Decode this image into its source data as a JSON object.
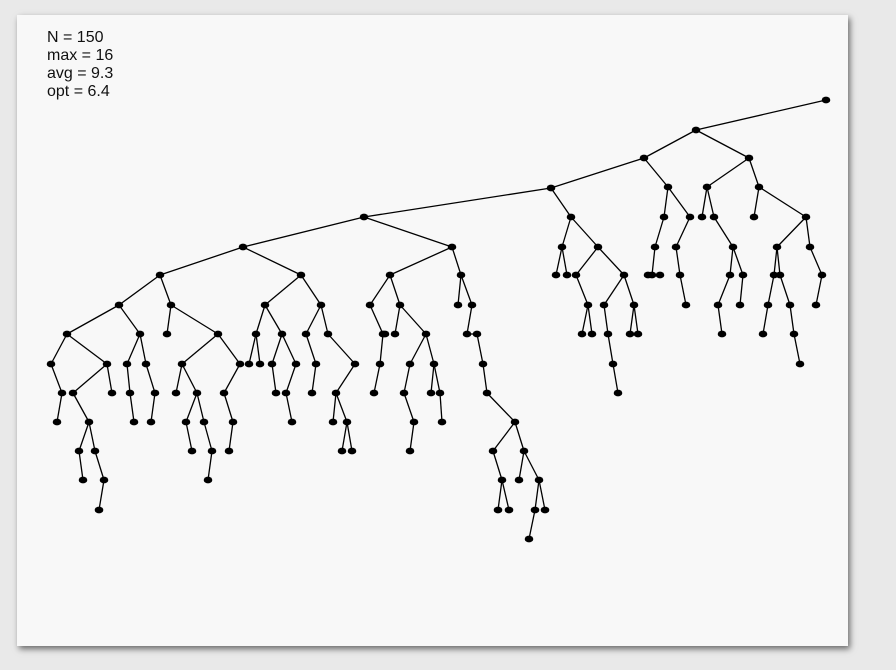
{
  "stats": [
    {
      "label": "N",
      "value": "150"
    },
    {
      "label": "max",
      "value": "16"
    },
    {
      "label": "avg",
      "value": "9.3"
    },
    {
      "label": "opt",
      "value": "6.4"
    }
  ],
  "colors": {
    "node": "#000000",
    "edge": "#000000",
    "background": "#f8f8f8"
  }
}
